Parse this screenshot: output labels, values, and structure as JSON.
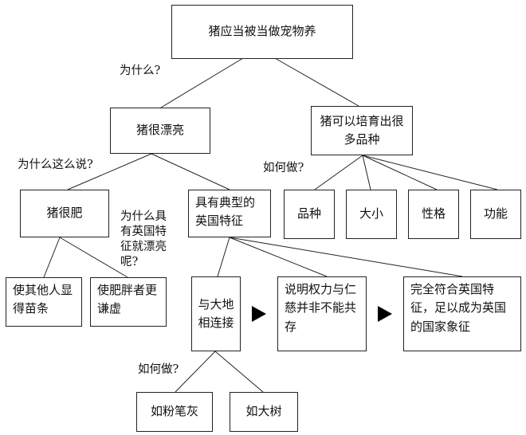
{
  "diagram": {
    "root": "猪应当被当做宠物养",
    "q_root": "为什么?",
    "pretty": "猪很漂亮",
    "breed": "猪可以培育出很多品种",
    "q_pretty": "为什么这么说?",
    "fat": "猪很肥",
    "q_traits": "为什么具有英国特征就漂亮呢?",
    "traits": "具有典型的英国特征",
    "q_breed": "如何做?",
    "variety": "品种",
    "size": "大小",
    "temperament": "性格",
    "function": "功能",
    "slim": "使其他人显得苗条",
    "humble": "使肥胖者更谦虚",
    "earth": "与大地相连接",
    "power": "说明权力与仁慈并非不能共存",
    "britain": "完全符合英国特征，足以成为英国的国家象征",
    "q_earth": "如何做?",
    "chalk": "如粉笔灰",
    "tree": "如大树"
  },
  "colors": {
    "line": "#222222",
    "arrow": "#000000",
    "background": "#ffffff"
  }
}
